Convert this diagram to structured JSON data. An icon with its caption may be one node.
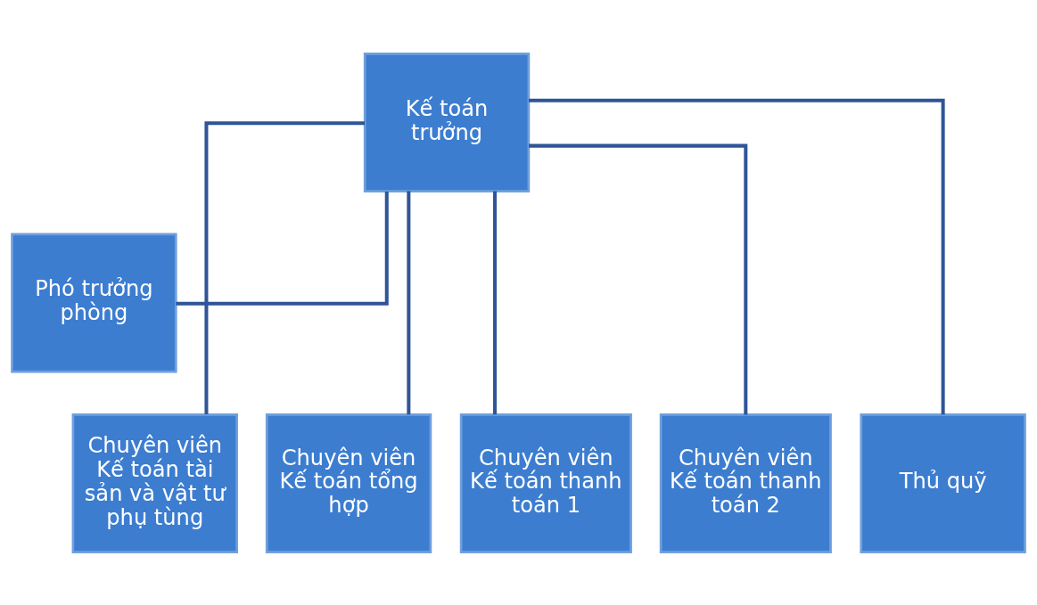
{
  "diagram": {
    "nodes": [
      {
        "text": [
          "Kế toán trưởng"
        ]
      },
      {
        "text": [
          "Phó trưởng phòng"
        ]
      },
      {
        "text": [
          "Chuyên viên Kế toán tài sản và vật tư phụ tùng"
        ]
      },
      {
        "text": [
          "Chuyên viên Kế toán tổng hợp"
        ]
      },
      {
        "text": [
          "Chuyên viên Kế toán thanh toán 1"
        ]
      },
      {
        "text": [
          "Chuyên viên Kế toán thanh toán 2"
        ]
      },
      {
        "text": [
          "Thủ quỹ"
        ]
      }
    ],
    "edges": [
      {
        "from": 0,
        "to": 1,
        "arrow": "none"
      },
      {
        "from": 0,
        "to": 2,
        "arrow": "none"
      },
      {
        "from": 0,
        "to": 3,
        "arrow": "none"
      },
      {
        "from": 0,
        "to": 4,
        "arrow": "none"
      },
      {
        "from": 0,
        "to": 5,
        "arrow": "none"
      },
      {
        "from": 0,
        "to": 6,
        "arrow": "none"
      }
    ]
  }
}
